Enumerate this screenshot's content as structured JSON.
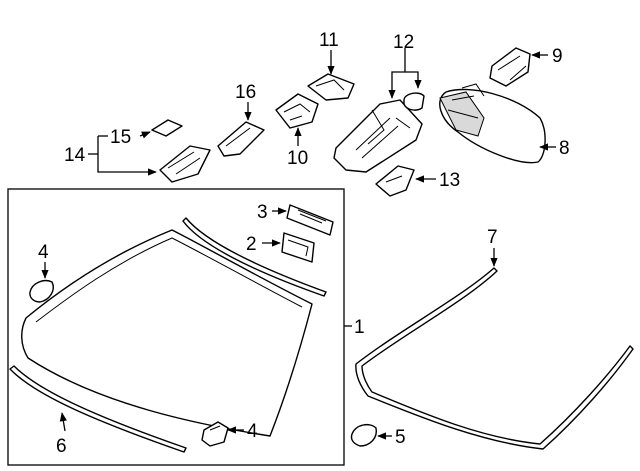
{
  "callouts": {
    "c1": "1",
    "c2": "2",
    "c3": "3",
    "c4a": "4",
    "c4b": "4",
    "c5": "5",
    "c6": "6",
    "c7": "7",
    "c8": "8",
    "c9": "9",
    "c11": "11",
    "c12": "12",
    "c13": "13",
    "c14": "14",
    "c15": "15",
    "c16": "16",
    "c10": "10"
  },
  "icons": {
    "windshield": "windshield-glass-icon",
    "molding": "molding-strip-icon",
    "mirror": "rearview-mirror-icon",
    "bracket": "mounting-bracket-icon"
  }
}
